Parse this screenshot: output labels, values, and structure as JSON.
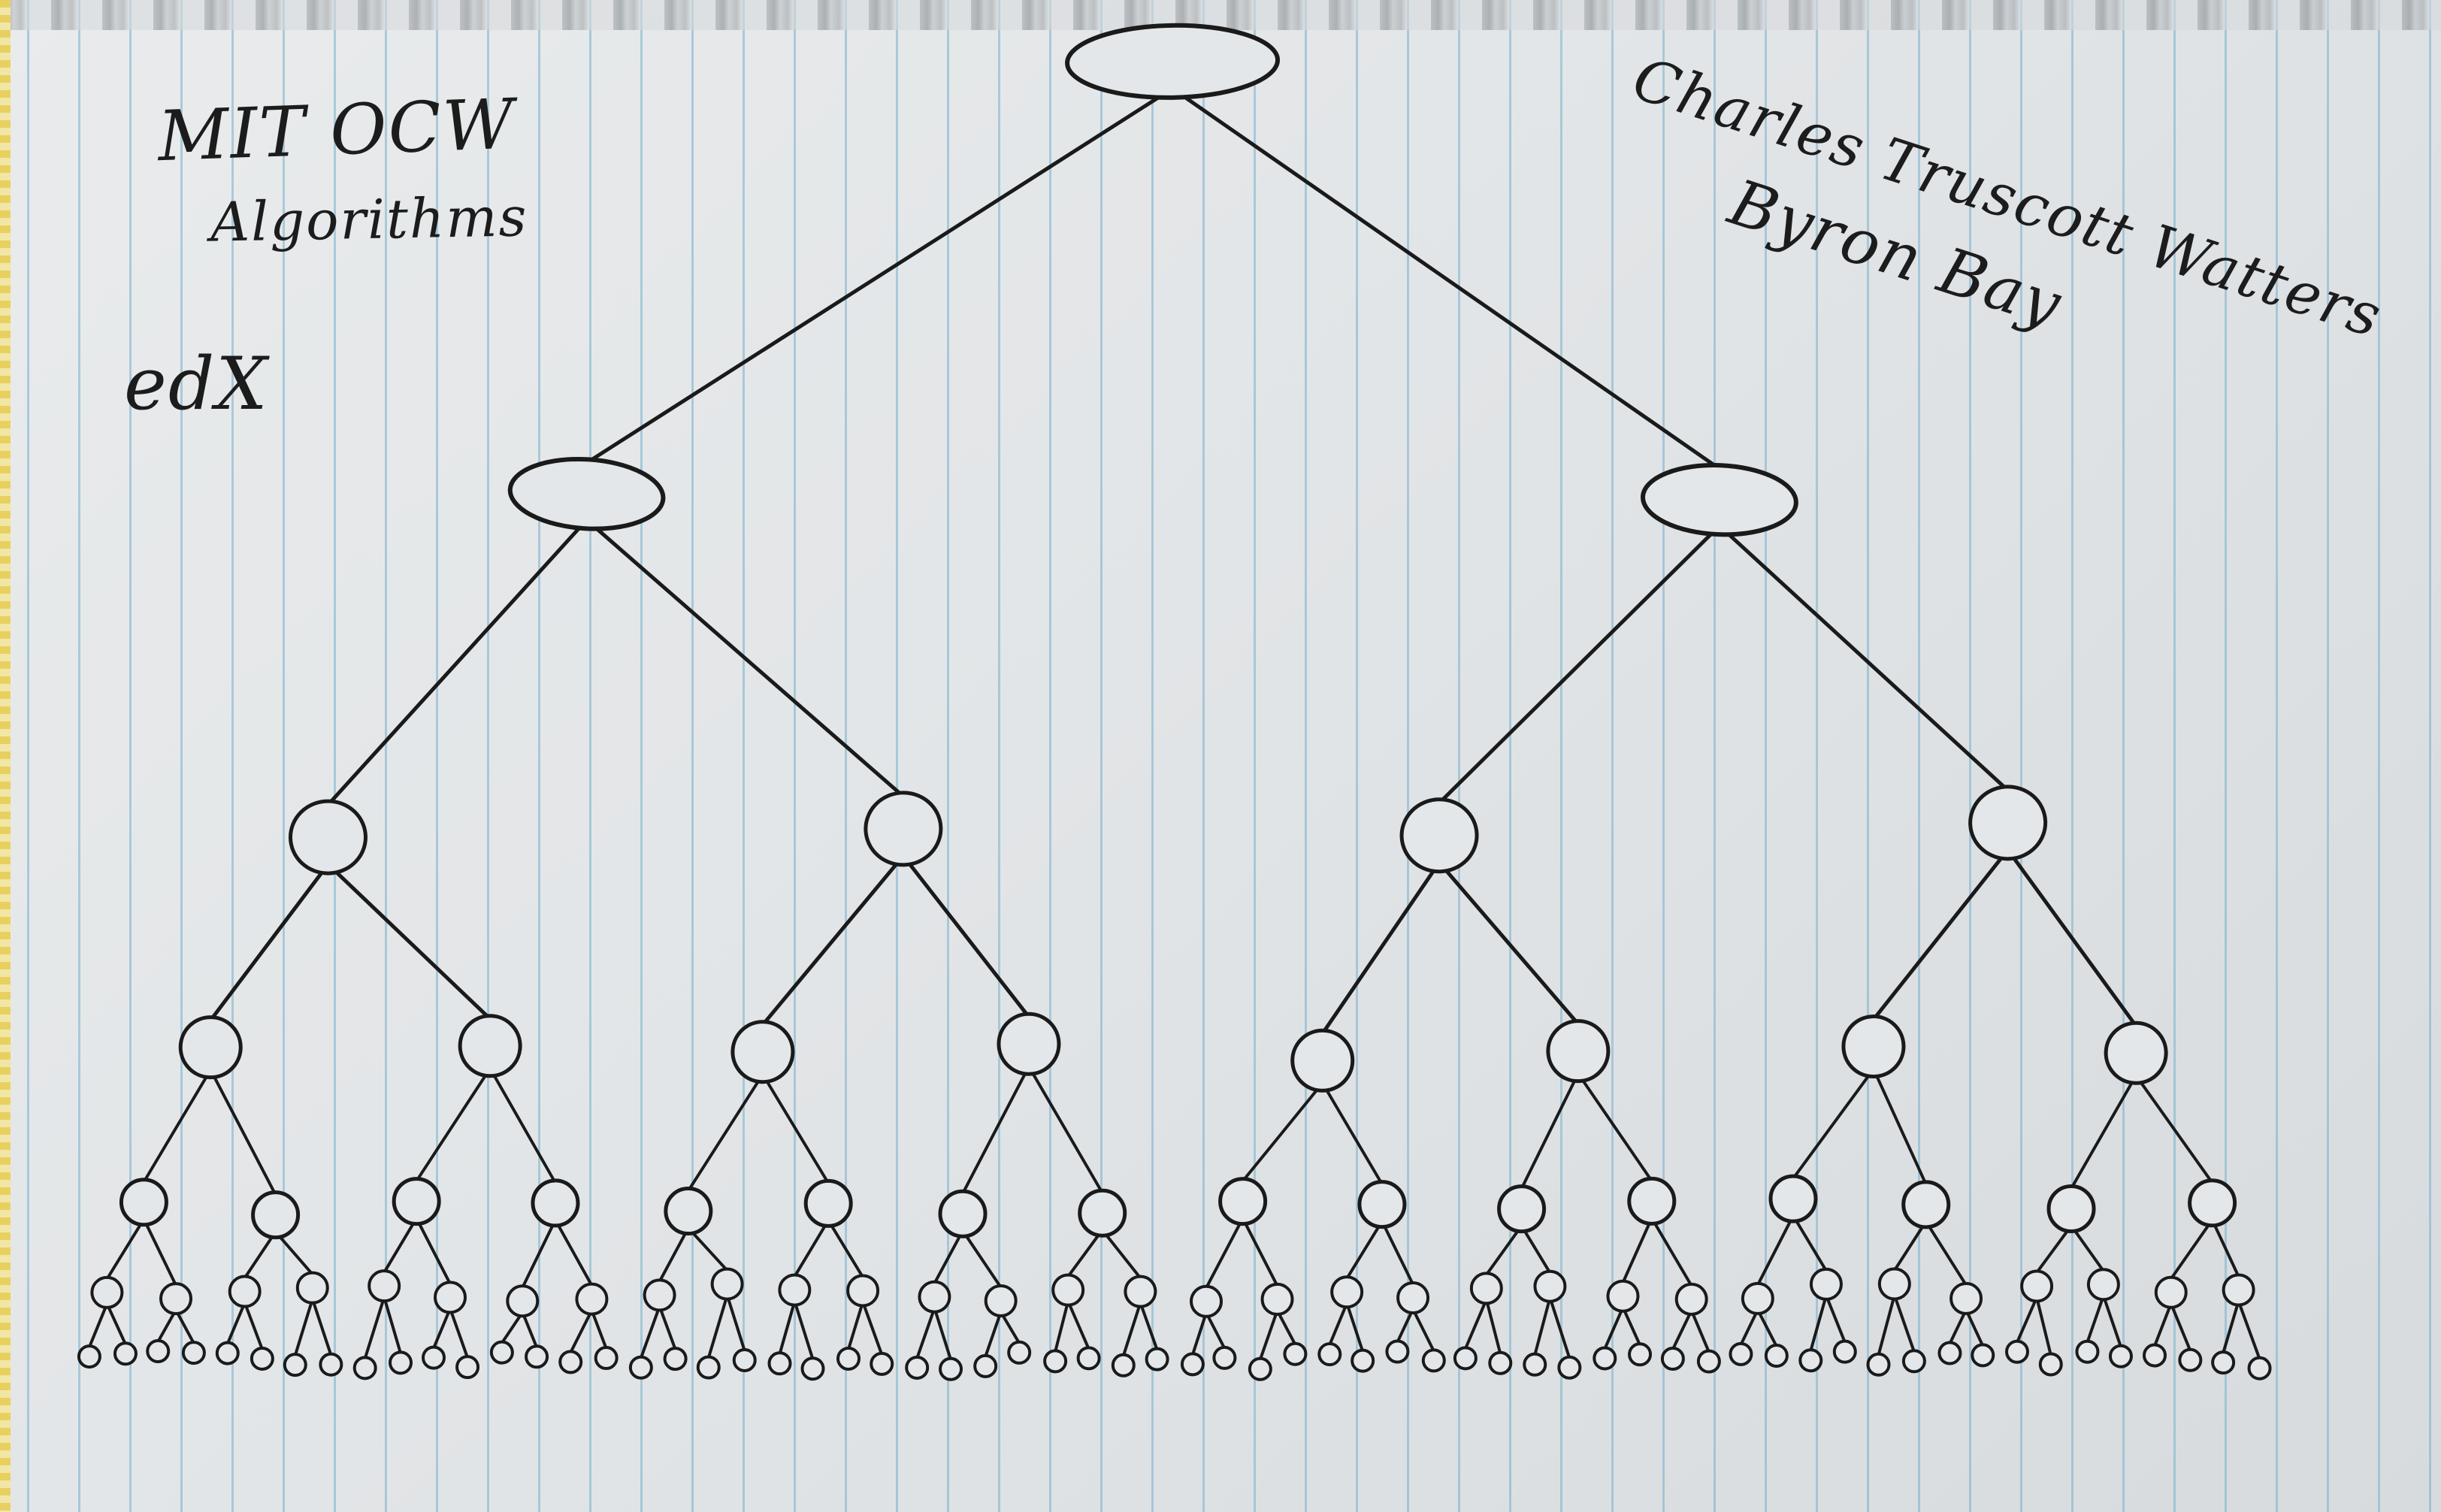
{
  "notes": {
    "course_line1": "MIT OCW",
    "course_line2": "Algorithms",
    "platform": "edX",
    "author_name": "Charles Truscott Watters",
    "author_place": "Byron Bay"
  },
  "diagram": {
    "type": "binary-tree",
    "depth": 7,
    "leaf_count": 64,
    "ink_color": "#1a1a1a",
    "node_fill": "#e4e7e9"
  }
}
